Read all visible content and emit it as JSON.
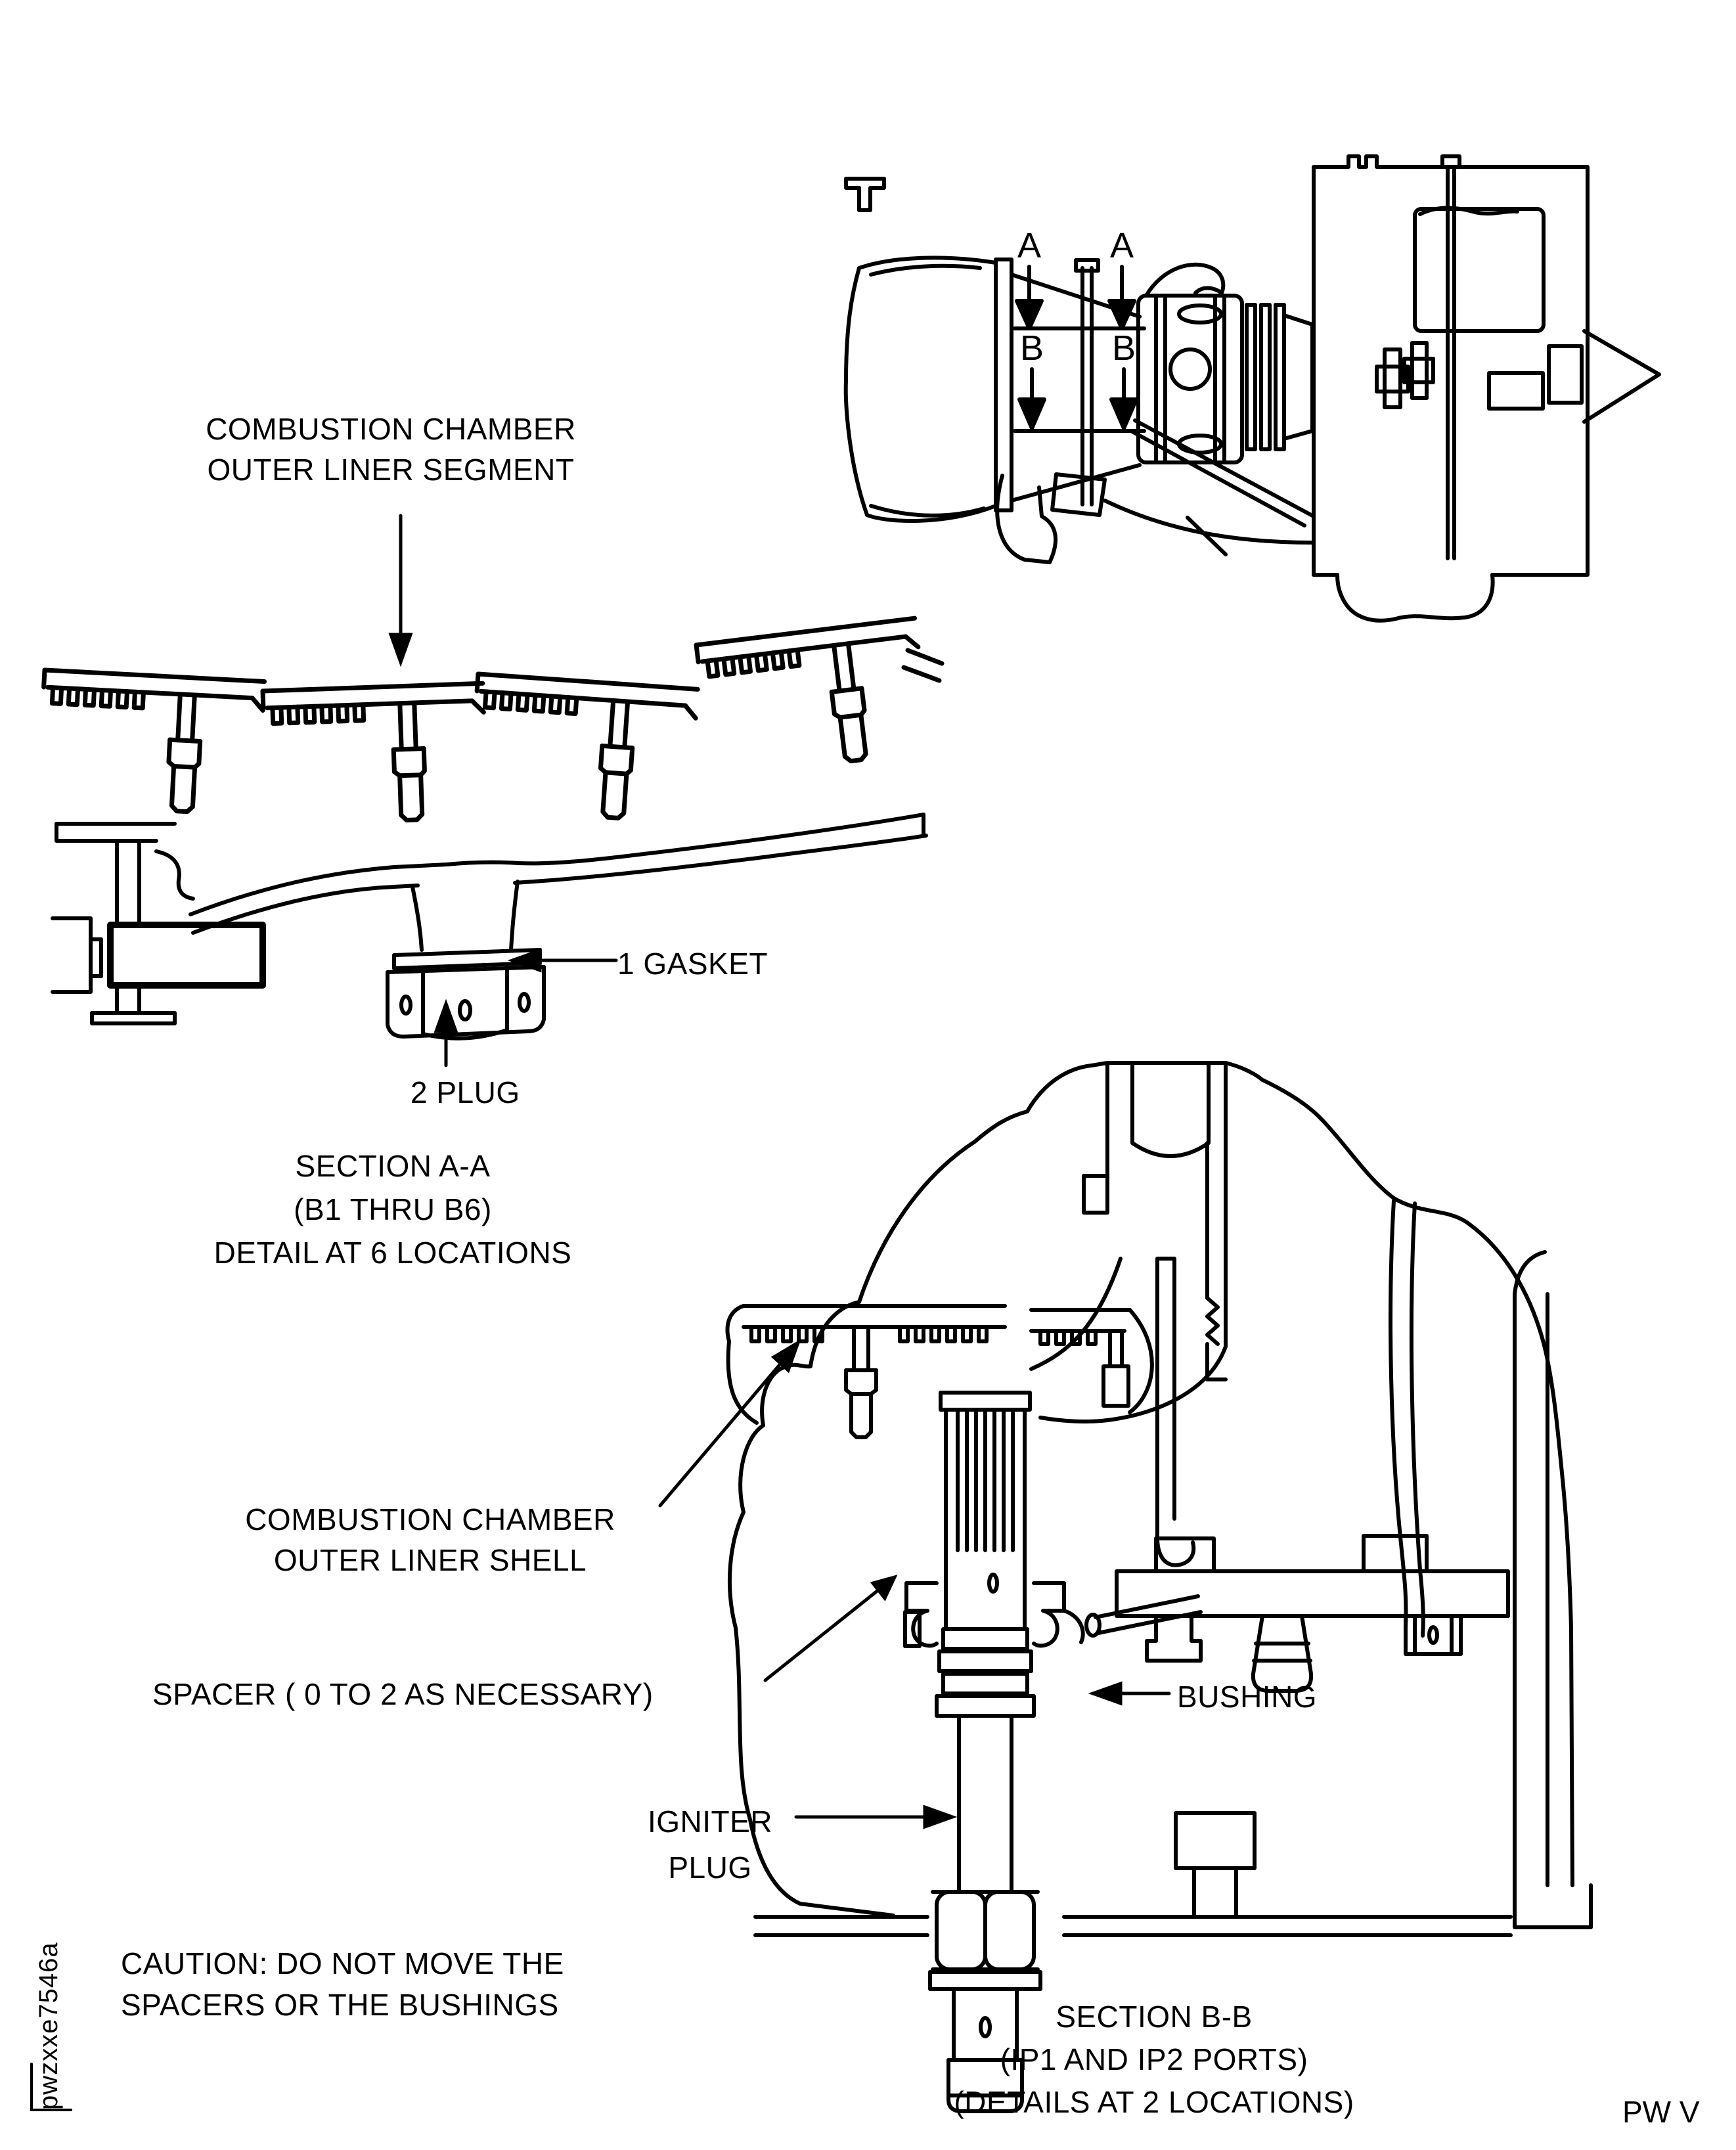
{
  "page": {
    "paper_color": "#ffffff",
    "ink_color": "#000000"
  },
  "figure_id": "pwzxxe7546a",
  "page_mark": "PW V",
  "section_marks": {
    "a": "A",
    "b": "B"
  },
  "callouts": {
    "liner_segment": [
      "COMBUSTION CHAMBER",
      "OUTER LINER SEGMENT"
    ],
    "gasket": "1 GASKET",
    "plug": "2 PLUG",
    "section_aa": [
      "SECTION A-A",
      "(B1 THRU B6)",
      "DETAIL AT 6 LOCATIONS"
    ],
    "liner_shell": [
      "COMBUSTION CHAMBER",
      "OUTER LINER SHELL"
    ],
    "spacer": "SPACER ( 0 TO 2 AS NECESSARY)",
    "bushing": "BUSHING",
    "igniter": [
      "IGNITER",
      "PLUG"
    ],
    "caution": [
      "CAUTION: DO NOT MOVE THE",
      "SPACERS OR THE BUSHINGS"
    ],
    "section_bb": [
      "SECTION B-B",
      "(IP1 AND IP2 PORTS)",
      "(DETAILS AT 2 LOCATIONS)"
    ]
  }
}
